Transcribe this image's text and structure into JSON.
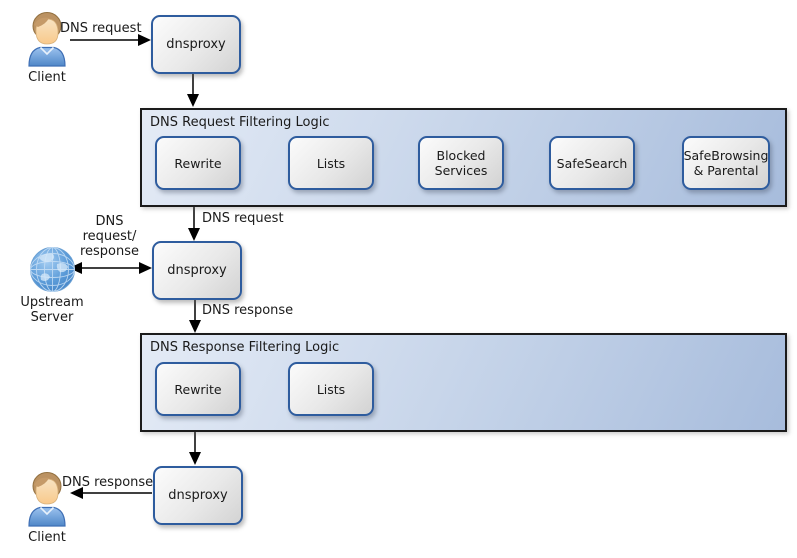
{
  "actors": {
    "client_top": {
      "label": "Client"
    },
    "client_bottom": {
      "label": "Client"
    },
    "upstream_server": {
      "label": "Upstream\nServer"
    }
  },
  "nodes": {
    "dnsproxy_top": {
      "label": "dnsproxy"
    },
    "dnsproxy_middle": {
      "label": "dnsproxy"
    },
    "dnsproxy_bottom": {
      "label": "dnsproxy"
    }
  },
  "containers": {
    "request_filtering": {
      "title": "DNS Request Filtering Logic",
      "steps": [
        "Rewrite",
        "Lists",
        "Blocked Services",
        "SafeSearch",
        "SafeBrowsing & Parental"
      ]
    },
    "response_filtering": {
      "title": "DNS Response Filtering Logic",
      "steps": [
        "Rewrite",
        "Lists"
      ]
    }
  },
  "edge_labels": {
    "client_request": "DNS request",
    "filtered_request": "DNS request",
    "upstream_exchange": "DNS\nrequest/\nresponse",
    "filtered_response": "DNS response",
    "client_response": "DNS response"
  },
  "colors": {
    "node_border": "#2e5c9e",
    "container_border": "#1b1b1b",
    "container_fill_light": "#e4ebf6",
    "container_fill_dark": "#a7bcdc",
    "arrow": "#000000",
    "globe_blue": "#5b9bd8",
    "person_shirt": "#6fa8e0",
    "person_hair": "#b9905f",
    "person_skin": "#fcd9a8"
  }
}
